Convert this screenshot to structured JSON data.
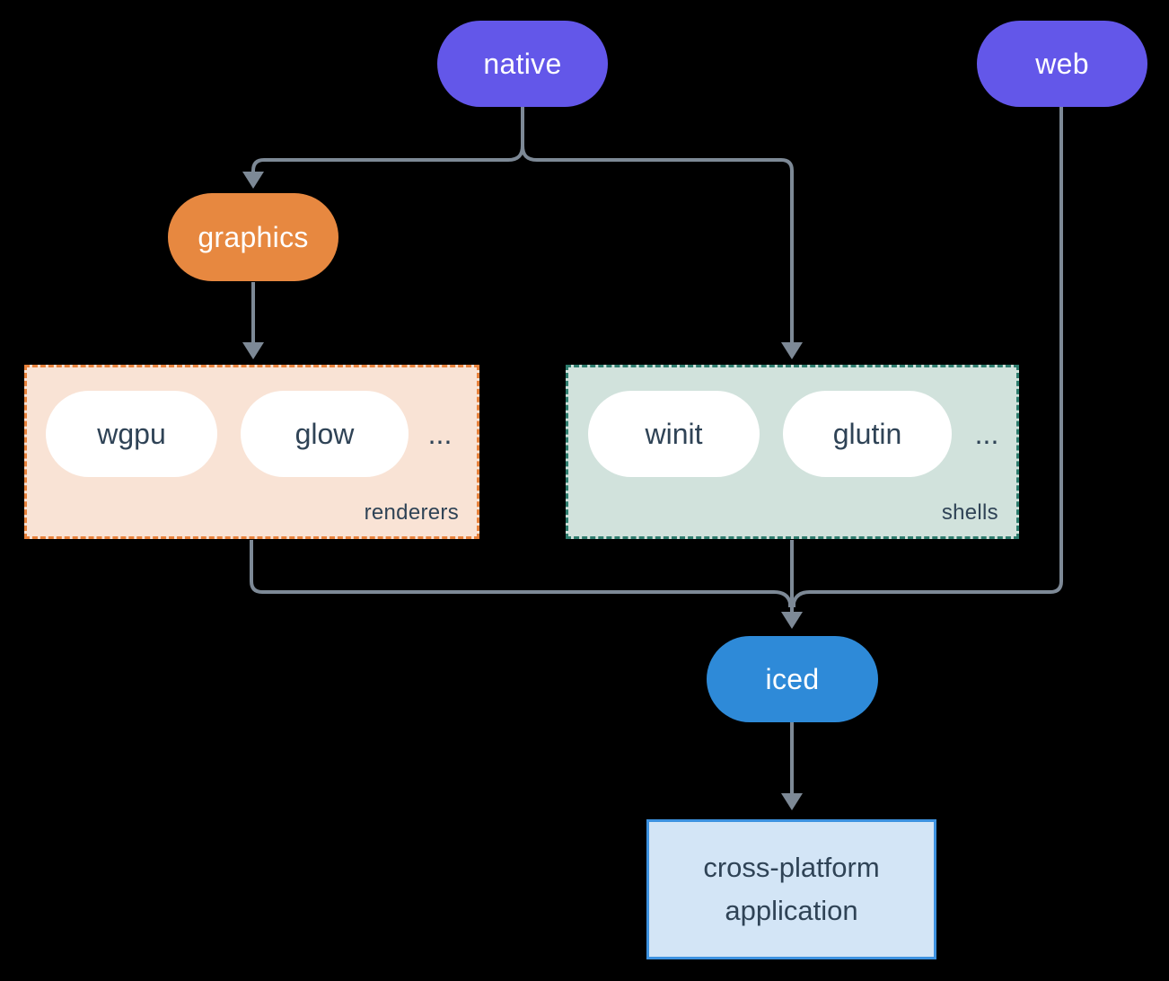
{
  "diagram": {
    "background_color": "#000000",
    "connector_color": "#7d8996",
    "text_dark_color": "#2f4356",
    "nodes": {
      "native": {
        "label": "native",
        "fill": "#6357e9",
        "text_color": "#ffffff"
      },
      "web": {
        "label": "web",
        "fill": "#6357e9",
        "text_color": "#ffffff"
      },
      "graphics": {
        "label": "graphics",
        "fill": "#e78840",
        "text_color": "#ffffff"
      },
      "iced": {
        "label": "iced",
        "fill": "#2e8ad8",
        "text_color": "#ffffff"
      }
    },
    "groups": {
      "renderers": {
        "label": "renderers",
        "fill": "#f9e3d5",
        "border_color": "#e8823c",
        "items": [
          "wgpu",
          "glow"
        ],
        "ellipsis": "..."
      },
      "shells": {
        "label": "shells",
        "fill": "#d1e2dc",
        "border_color": "#2e7d6e",
        "items": [
          "winit",
          "glutin"
        ],
        "ellipsis": "..."
      }
    },
    "application_box": {
      "lines": [
        "cross-platform",
        "application"
      ],
      "fill": "#d3e5f6",
      "border_color": "#3d92e0"
    }
  }
}
